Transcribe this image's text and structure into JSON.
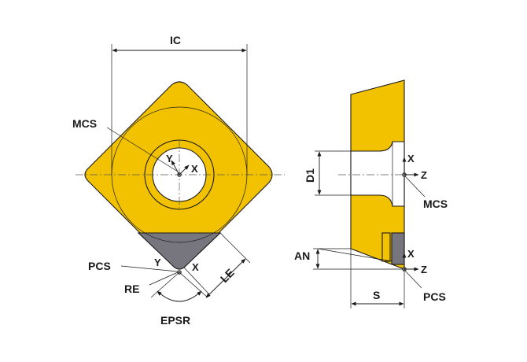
{
  "colors": {
    "insert_fill": "#f2c200",
    "cutting_edge_fill": "#77767e",
    "line": "#1a1a1a",
    "background": "#ffffff"
  },
  "labels": {
    "ic": "IC",
    "mcs_front": "MCS",
    "y_front_top": "Y",
    "x_front_top": "X",
    "pcs_front": "PCS",
    "y_front_bottom": "Y",
    "x_front_bottom": "X",
    "re": "RE",
    "le": "LE",
    "epsr": "EPSR",
    "d1": "D1",
    "x_side_top": "X",
    "z_side_top": "Z",
    "mcs_side": "MCS",
    "an": "AN",
    "x_side_bottom": "X",
    "z_side_bottom": "Z",
    "pcs_side": "PCS",
    "s": "S"
  }
}
